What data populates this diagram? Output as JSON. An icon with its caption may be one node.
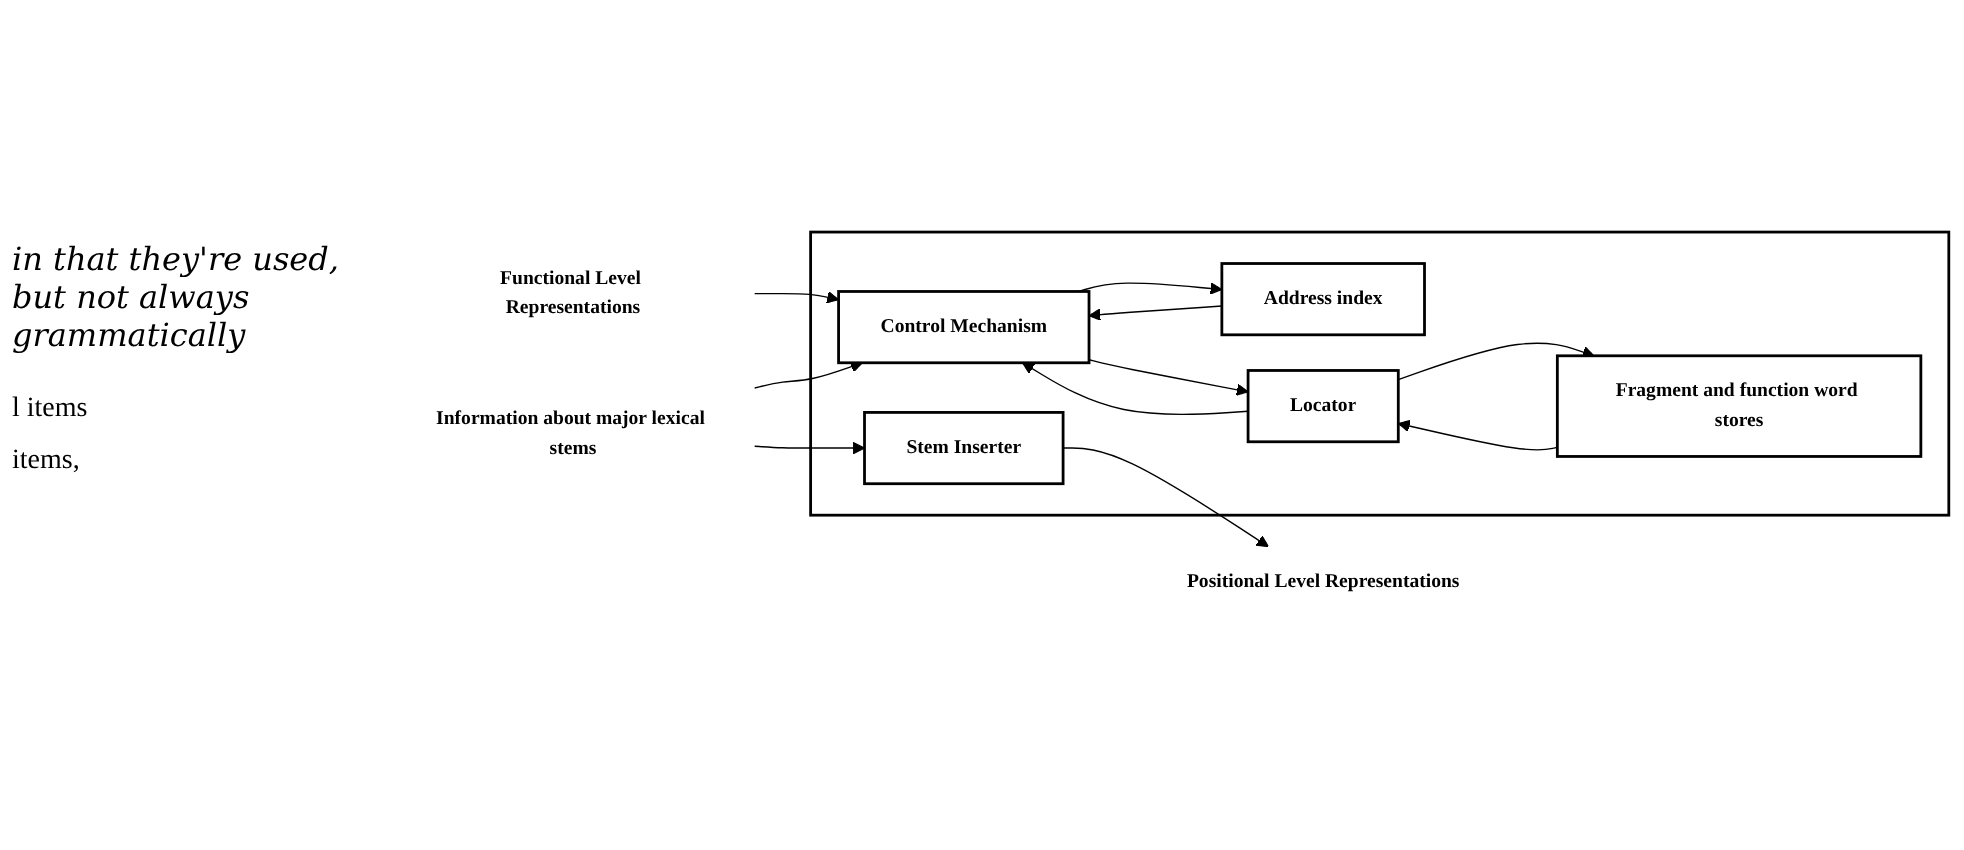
{
  "diagram": {
    "nodes": [
      {
        "text": [
          "Functional Level Representations"
        ]
      },
      {
        "text": [],
        "shape": "box"
      },
      {
        "text": [
          "Control Mechanism"
        ],
        "in": 1
      },
      {
        "text": [
          "Address index"
        ],
        "in": 1
      },
      {
        "text": [
          "Locator"
        ],
        "in": 1
      },
      {
        "text": [
          "Fragment and function word stores"
        ],
        "in": 1
      },
      {
        "text": [
          "Stem Inserter"
        ],
        "in": 1
      },
      {
        "text": [
          "Information about major lexical stems"
        ]
      },
      {
        "text": [
          "Positional Level Representations"
        ]
      }
    ],
    "edges": [
      {
        "from": 0,
        "to": 2,
        "arrow": "to"
      },
      {
        "from": 2,
        "to": 3,
        "arrow": "to"
      },
      {
        "from": 3,
        "to": 2,
        "arrow": "to"
      },
      {
        "from": 2,
        "to": 4,
        "arrow": "to"
      },
      {
        "from": 4,
        "to": 2,
        "arrow": "to"
      },
      {
        "from": 4,
        "to": 5,
        "arrow": "to"
      },
      {
        "from": 5,
        "to": 4,
        "arrow": "to"
      },
      {
        "from": 7,
        "to": 2,
        "arrow": "to"
      },
      {
        "from": 7,
        "to": 6,
        "arrow": "to"
      },
      {
        "from": 6,
        "to": 8,
        "arrow": "to"
      }
    ],
    "labels": [
      "in that they're used, but not always grammatically",
      "l items",
      "items,"
    ]
  }
}
